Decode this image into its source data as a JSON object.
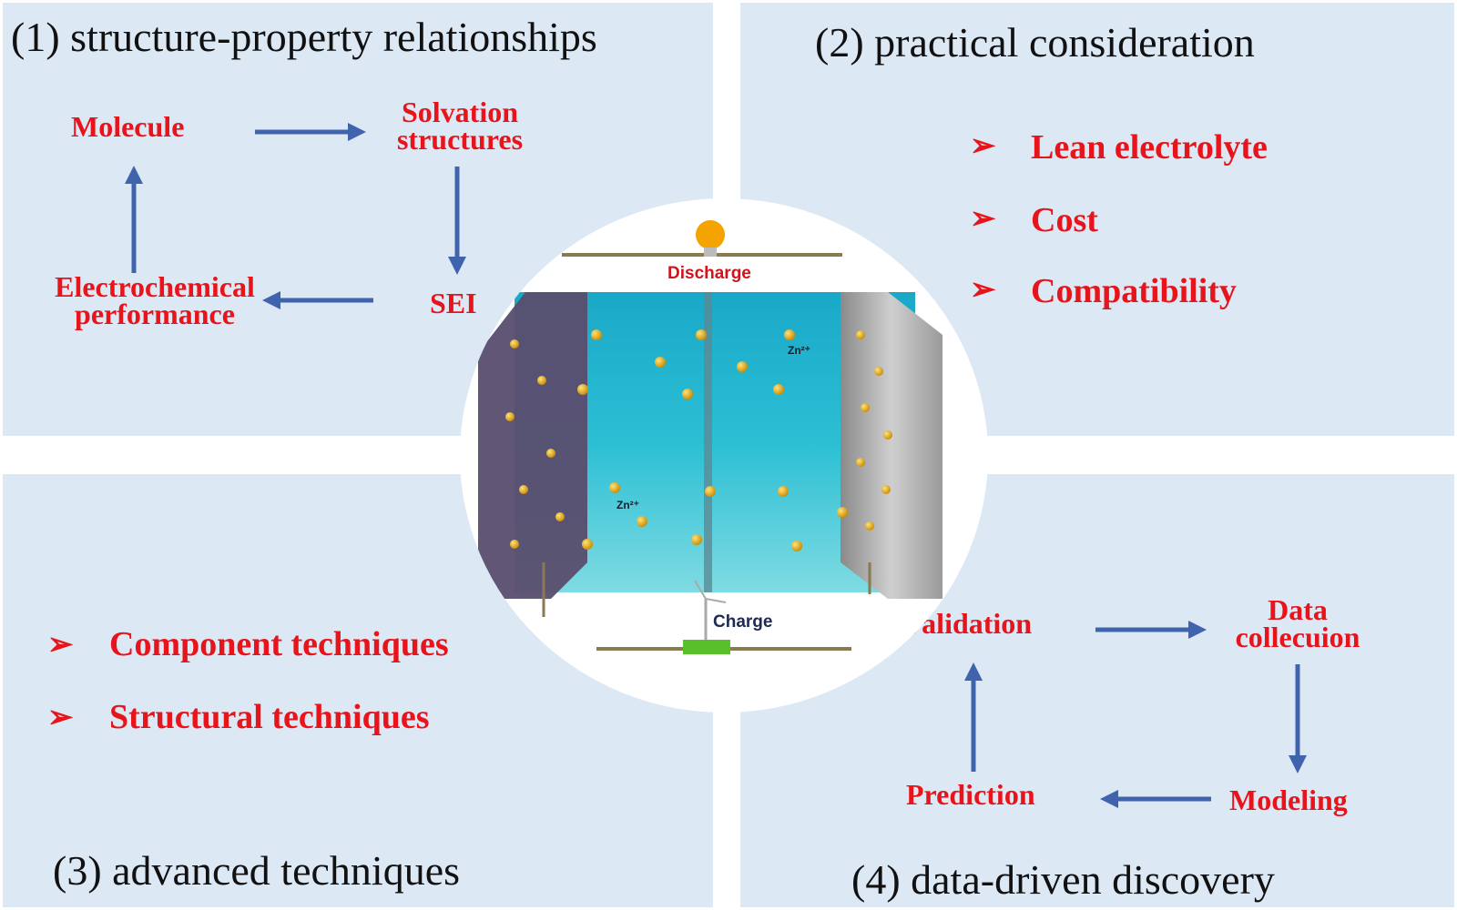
{
  "panels": {
    "q1": {
      "title": "(1) structure-property relationships",
      "nodes": {
        "molecule": "Molecule",
        "solvation_line1": "Solvation",
        "solvation_line2": "structures",
        "sei": "SEI",
        "electro_line1": "Electrochemical",
        "electro_line2": "performance"
      }
    },
    "q2": {
      "title": "(2) practical consideration",
      "items": [
        "Lean electrolyte",
        "Cost",
        "Compatibility"
      ]
    },
    "q3": {
      "title": "(3) advanced techniques",
      "items": [
        "Component techniques",
        "Structural techniques"
      ]
    },
    "q4": {
      "title": "(4) data-driven discovery",
      "nodes": {
        "validation": "Validation",
        "data_line1": "Data",
        "data_line2": "collecuion",
        "modeling": "Modeling",
        "prediction": "Prediction"
      }
    }
  },
  "center": {
    "discharge": "Discharge",
    "charge": "Charge",
    "ion_label": "Zn²⁺"
  },
  "colors": {
    "panel_bg": "#dde8f5",
    "label_red": "#e8141b",
    "arrow_blue": "#3f63ad"
  },
  "bullet_glyph": "➢"
}
